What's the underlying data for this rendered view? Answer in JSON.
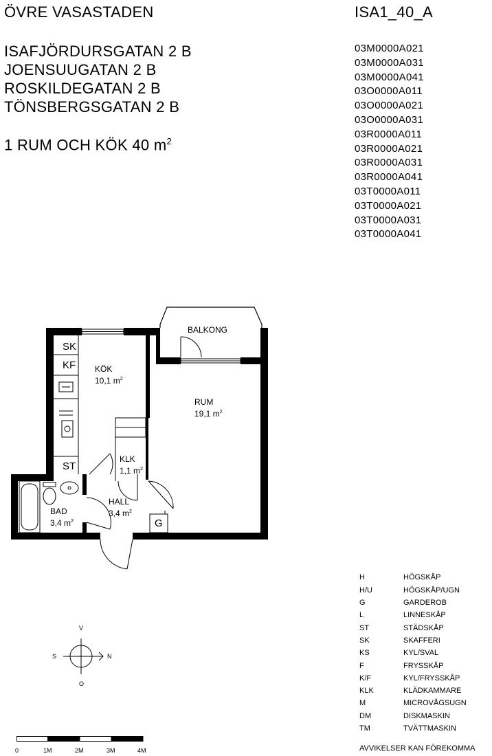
{
  "header": {
    "district": "ÖVRE VASASTADEN",
    "type_code": "ISA1_40_A",
    "addresses": [
      "ISAFJÖRDURSGATAN 2 B",
      "JOENSUUGATAN 2 B",
      "ROSKILDEGATAN 2 B",
      "TÖNSBERGSGATAN 2 B"
    ],
    "size_text": "1 RUM OCH KÖK 40 m",
    "size_sup": "2"
  },
  "apartment_codes": [
    "03M0000A021",
    "03M0000A031",
    "03M0000A041",
    "03O0000A011",
    "03O0000A021",
    "03O0000A031",
    "03R0000A011",
    "03R0000A021",
    "03R0000A031",
    "03R0000A041",
    "03T0000A011",
    "03T0000A021",
    "03T0000A031",
    "03T0000A041"
  ],
  "rooms": {
    "balkong": "BALKONG",
    "kok_name": "KÖK",
    "kok_area": "10,1 m",
    "kok_sup": "2",
    "rum_name": "RUM",
    "rum_area": "19,1 m",
    "rum_sup": "2",
    "klk_name": "KLK",
    "klk_area": "1,1 m",
    "klk_sup": "2",
    "hall_name": "HALL",
    "hall_area": "3,4 m",
    "hall_sup": "2",
    "bad_name": "BAD",
    "bad_area": "3,4 m",
    "bad_sup": "2",
    "sk": "SK",
    "kf": "KF",
    "st": "ST",
    "g": "G"
  },
  "compass": {
    "n": "N",
    "s": "S",
    "v": "V",
    "o": "O"
  },
  "scale": {
    "labels": [
      "0",
      "1M",
      "2M",
      "3M",
      "4M"
    ]
  },
  "legend": [
    {
      "abbr": "H",
      "desc": "HÖGSKÅP"
    },
    {
      "abbr": "H/U",
      "desc": "HÖGSKÅP/UGN"
    },
    {
      "abbr": "G",
      "desc": "GARDEROB"
    },
    {
      "abbr": "L",
      "desc": "LINNESKÅP"
    },
    {
      "abbr": "ST",
      "desc": "STÄDSKÅP"
    },
    {
      "abbr": "SK",
      "desc": "SKAFFERI"
    },
    {
      "abbr": "KS",
      "desc": "KYL/SVAL"
    },
    {
      "abbr": "F",
      "desc": "FRYSSKÅP"
    },
    {
      "abbr": "K/F",
      "desc": "KYL/FRYSSKÅP"
    },
    {
      "abbr": "KLK",
      "desc": "KLÄDKAMMARE"
    },
    {
      "abbr": "M",
      "desc": "MICROVÅGSUGN"
    },
    {
      "abbr": "DM",
      "desc": "DISKMASKIN"
    },
    {
      "abbr": "TM",
      "desc": "TVÄTTMASKIN"
    }
  ],
  "disclaimer": "AVVIKELSER KAN FÖREKOMMA"
}
